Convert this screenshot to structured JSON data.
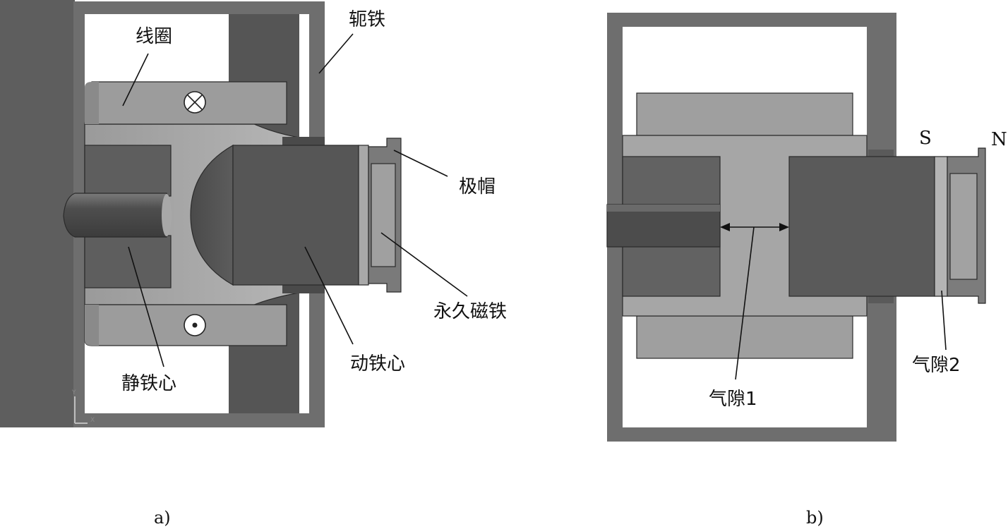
{
  "panel_a": {
    "labels": {
      "yoke": "轭铁",
      "coil": "线圈",
      "pole_cap": "极帽",
      "permanent_magnet": "永久磁铁",
      "moving_core": "动铁心",
      "static_core": "静铁心"
    },
    "axis_triad": {
      "y": "Y",
      "x": "X"
    },
    "caption": "a)"
  },
  "panel_b": {
    "labels": {
      "south_pole": "S",
      "north_pole": "N",
      "air_gap_1": "气隙1",
      "air_gap_2": "气隙2"
    },
    "caption": "b)"
  },
  "colors": {
    "yoke_frame": "#6e6e6e",
    "dark_core": "#585858",
    "coil_body": "#9b9b9b",
    "light_fill": "#b4b4b4",
    "background": "#ffffff"
  }
}
